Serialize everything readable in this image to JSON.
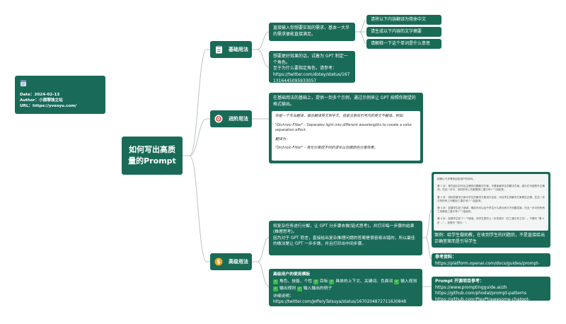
{
  "info": {
    "date": "Date：2024-02-13",
    "author": "Author：小旗聊独立站",
    "url": "URL：https://yvesyu.com/"
  },
  "root": {
    "line1": "如何写出高质",
    "line2": "量的Prompt"
  },
  "branches": [
    {
      "label": "基础用法",
      "icon": "clipboard-icon"
    },
    {
      "label": "进阶用法",
      "icon": "target-icon"
    },
    {
      "label": "高级用法",
      "icon": "dollar-icon"
    }
  ],
  "basic": {
    "node1": "直接输入你想要实现的需求，基本一大半的需求便能直接满足。",
    "examples": [
      "请将以下内容翻译为简体中文",
      "请生成以下内容的文字摘要",
      "请解释一下这个单词是什么意思"
    ],
    "node2_text": "想要更好效果的话，试着为 GPT 制定一个角色。",
    "node2_ref": "至于为什么要指定角色，请参考：",
    "node2_url": "https://twitter.com/dotey/status/1671316445095933057"
  },
  "advanced": {
    "intro": "在基础用法的基础上，提供一到多个示例，通过示例来让 GPT 按照你期望的格式输出。",
    "p1": "你是一个专业翻译，擅长翻译英文到中文，但是注意双引号内的英文不翻译。例如:",
    "p2": "\"Dichroic-Filter\" - Separates light into different wavelengths to create a color separation effect.",
    "p3": "翻译为：",
    "p4": "\"Dichroic-Filter\" - 将光分离成不同的波长以创建颜色分离效果。"
  },
  "expert": {
    "text1": "将复杂任务进行分解，让 GPT 分步骤去做(链式思考)，并打印每一步骤的结果(推理思考)。",
    "text2": "因为对于 GPT 而言，直接给出复杂推理问题的答案是很容易出错的，所以最佳的做法是让 GPT 一步步做，并且打印出中间步骤。",
    "gray": [
      "按照以下步骤来回答用户的询问。",
      "第 1 步：首先找出并写出正确的问题解决方案。不要依赖学生的解决方案，因为它可能是不正确的。在这一步中，你的所有工作都要用三重引号(\"\"\")括起来。",
      "第 2 步：将你的解决方案与学生的解决方案进行比较，评估学生的解决方案是否正确。在这一步中的所有工作都用三重引号(\"\"\")括起来。",
      "第 3 步：如果学生犯了错误，确定你可以给予学生什么提示而又不泄露答案。在这一步中的所有工作都用三重引号(\"\"\")括起来。",
      "第 4 步：如果学生犯了一个错误，向学生提供上一步的提示（在三重引号之外）。不要写 \"第 4 步 ...\" ，而是写 \"提示：\"。"
    ],
    "case": "案例：给学生做助教，在收到学生的问题后，不是直接给出正确答案而是引导学生",
    "ref_label": "参考资料：",
    "ref_url": "https://platform.openai.com/docs/guides/prompt-engineering",
    "tpl_title": "高级用户的使用模板",
    "tpl_items": [
      "角色、技能、个性",
      "目标",
      "具体的上下文、关键词、负面词",
      "输入规则",
      "输出规则",
      "输入输出的例子"
    ],
    "tpl_detail": "详细说明：https://twitter.com/JefferyTatsuya/status/1670204872711630848",
    "proj_title": "Prompt 开源项目参考：",
    "proj_links": [
      "https://www.promptingguide.ai/zh",
      "https://github.com/phodal/prompt-patterns",
      "https://github.com/PlexPt/awesome-chatgpt-prompts-zh"
    ]
  },
  "colors": {
    "node": "#196b58",
    "line": "#b9c2c6",
    "check": "#3ab54a"
  }
}
